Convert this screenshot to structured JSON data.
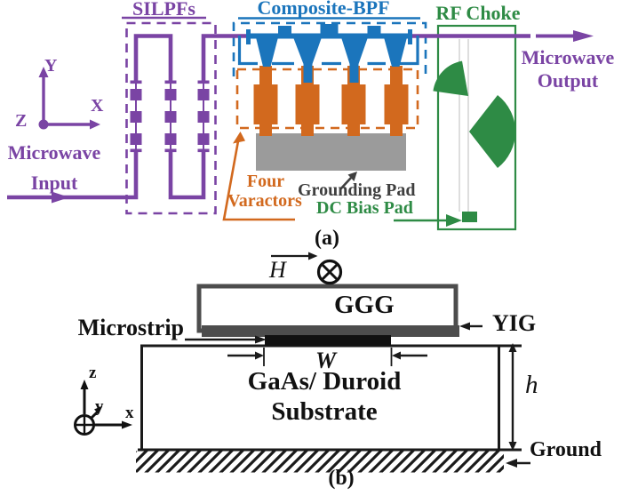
{
  "figure": {
    "panel_a": {
      "caption": "(a)",
      "titles": {
        "silpfs": "SILPFs",
        "composite_bpf": "Composite-BPF",
        "rf_choke": "RF Choke"
      },
      "labels": {
        "microwave_input_line1": "Microwave",
        "microwave_input_line2": "Input",
        "microwave_output_line1": "Microwave",
        "microwave_output_line2": "Output",
        "four_varactors_line1": "Four",
        "four_varactors_line2": "Varactors",
        "grounding_pad": "Grounding Pad",
        "dc_bias_pad": "DC Bias Pad"
      },
      "axes": {
        "x": "X",
        "y": "Y",
        "z": "Z"
      }
    },
    "panel_b": {
      "caption": "(b)",
      "labels": {
        "h_field": "H",
        "ggg": "GGG",
        "yig": "YIG",
        "microstrip": "Microstrip",
        "width": "W",
        "substrate_line1": "GaAs/ Duroid",
        "substrate_line2": "Substrate",
        "height": "h",
        "ground": "Ground"
      },
      "axes": {
        "x": "x",
        "y": "y",
        "z": "z"
      }
    },
    "colors": {
      "purple": "#7A44A4",
      "blue": "#1B75BC",
      "orange": "#D2691E",
      "green": "#2E8B45",
      "pad_gray": "#9B9B9B",
      "dark_gray": "#4D4D4D"
    }
  }
}
